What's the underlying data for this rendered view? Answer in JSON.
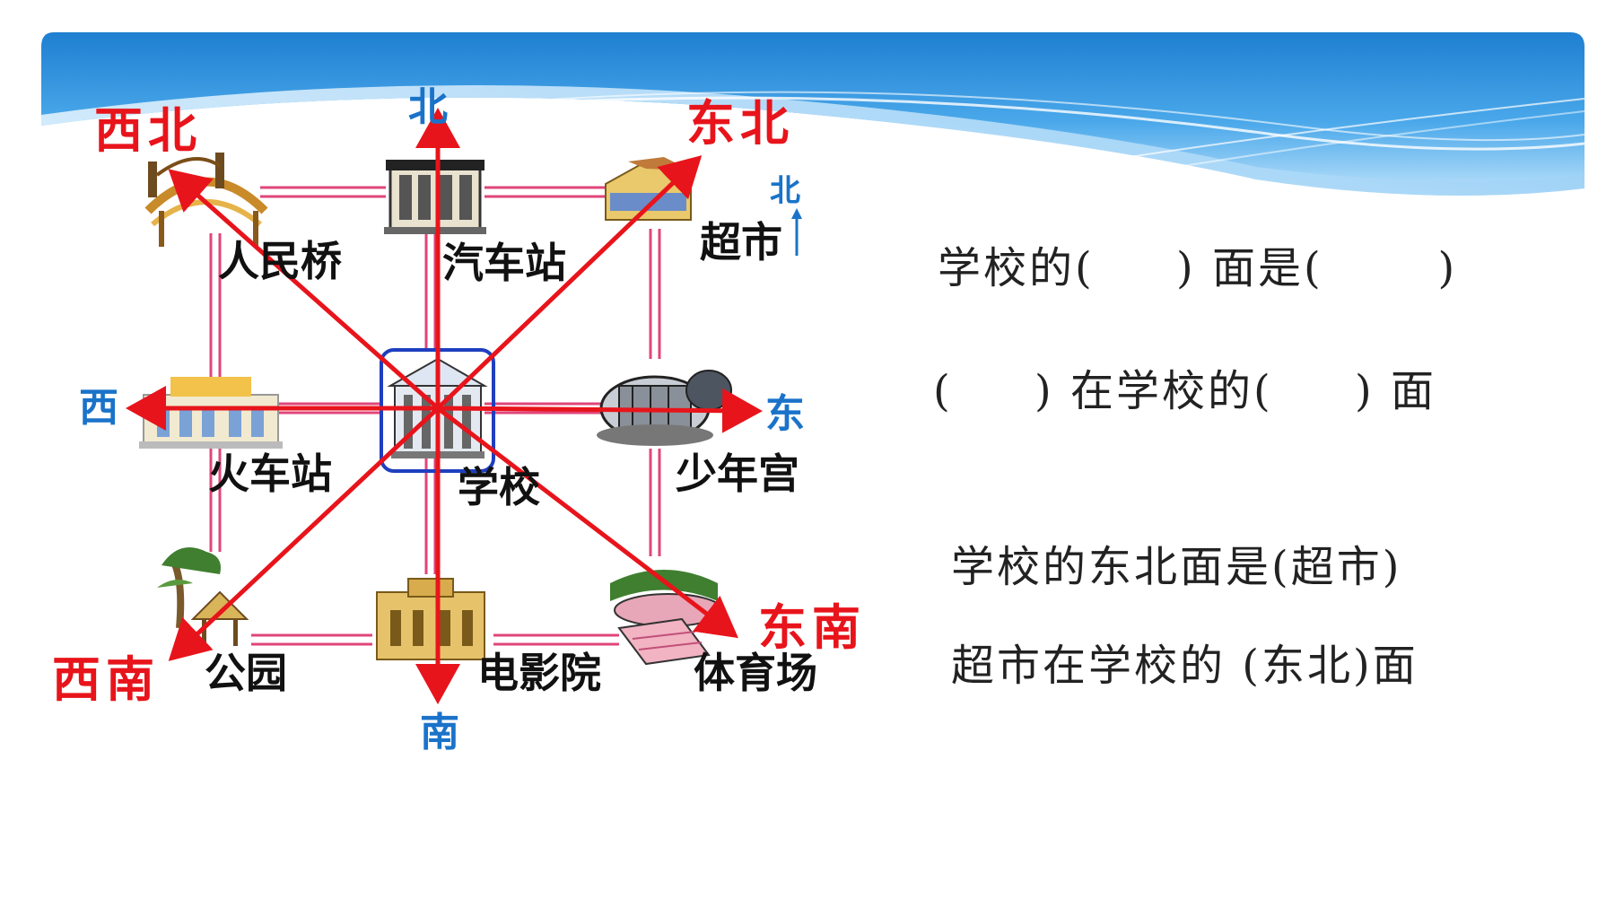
{
  "directions": {
    "northwest": "西北",
    "north": "北",
    "northeast": "东北",
    "west": "西",
    "east": "东",
    "southwest": "西南",
    "south": "南",
    "southeast": "东南",
    "compass_north": "北"
  },
  "places": {
    "bridge": "人民桥",
    "bus_station": "汽车站",
    "supermarket": "超市",
    "train_station": "火车站",
    "school": "学校",
    "youth_palace": "少年宫",
    "park": "公园",
    "cinema": "电影院",
    "stadium": "体育场"
  },
  "questions": {
    "q1": "学校的(     ) 面是(       )",
    "q2": "(     ) 在学校的(     ) 面",
    "a1": "学校的东北面是(超市)",
    "a2": "超市在学校的 (东北)面"
  },
  "colors": {
    "arrow": "#e8141b",
    "road": "#e0457a",
    "banner": "#2f8fd8",
    "frame": "#1f3fbf"
  }
}
